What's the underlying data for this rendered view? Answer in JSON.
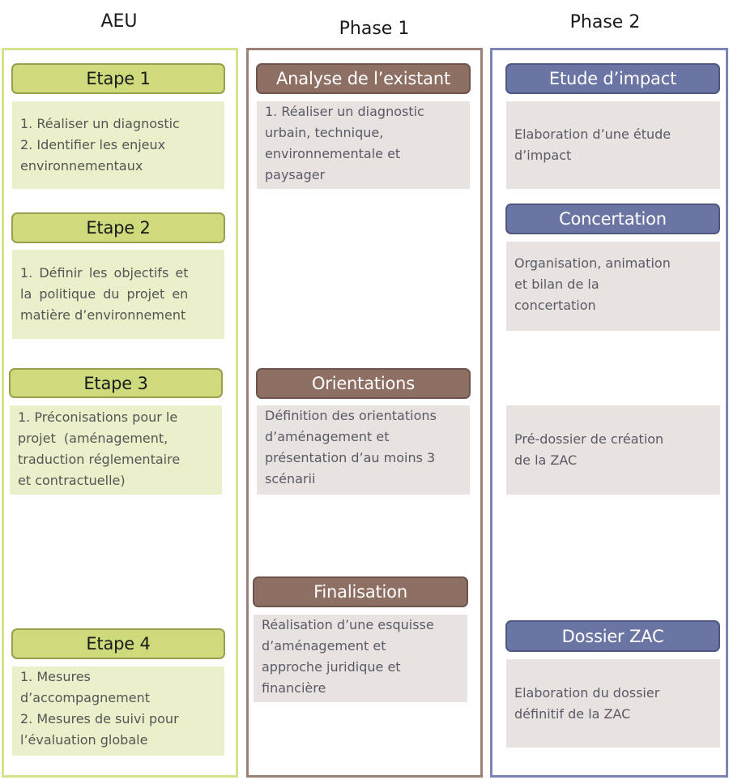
{
  "columns": {
    "aeu": {
      "title": "AEU",
      "color": "#d6e08e",
      "steps": [
        {
          "header": "Etape 1",
          "lines": [
            "1. Réaliser un diagnostic",
            "2. Identifier les enjeux",
            "environnementaux"
          ]
        },
        {
          "header": "Etape 2",
          "lines": [
            "1. Définir les objectifs et",
            "la politique du projet en",
            "matière d’environnement"
          ]
        },
        {
          "header": "Etape 3",
          "lines": [
            "1. Préconisations pour le",
            "projet  (aménagement,",
            "traduction réglementaire",
            "et contractuelle)"
          ]
        },
        {
          "header": "Etape 4",
          "lines": [
            "1. Mesures",
            "d’accompagnement",
            "2. Mesures de suivi pour",
            "l’évaluation globale"
          ]
        }
      ]
    },
    "phase1": {
      "title": "Phase 1",
      "color": "#9e8176",
      "steps": [
        {
          "header": "Analyse de l’existant",
          "lines": [
            "1. Réaliser un diagnostic",
            "urbain, technique,",
            "environnementale et",
            "paysager"
          ]
        },
        {
          "header": "Orientations",
          "lines": [
            "Définition des orientations",
            "d’aménagement et",
            "présentation d’au moins 3",
            "scénarii"
          ]
        },
        {
          "header": "Finalisation",
          "lines": [
            "Réalisation d’une esquisse",
            "d’aménagement et",
            "approche juridique et",
            "financière"
          ]
        }
      ]
    },
    "phase2": {
      "title": "Phase 2",
      "color": "#7d85b6",
      "steps": [
        {
          "header": "Etude d’impact",
          "lines": [
            "Elaboration d’une étude",
            "d’impact"
          ]
        },
        {
          "header": "Concertation",
          "lines": [
            "Organisation, animation",
            "et bilan de la",
            "concertation"
          ]
        },
        {
          "header": "",
          "lines": [
            "Pré-dossier de création",
            "de la ZAC"
          ]
        },
        {
          "header": "Dossier ZAC",
          "lines": [
            "Elaboration du dossier",
            "définitif de la ZAC"
          ]
        }
      ]
    }
  }
}
